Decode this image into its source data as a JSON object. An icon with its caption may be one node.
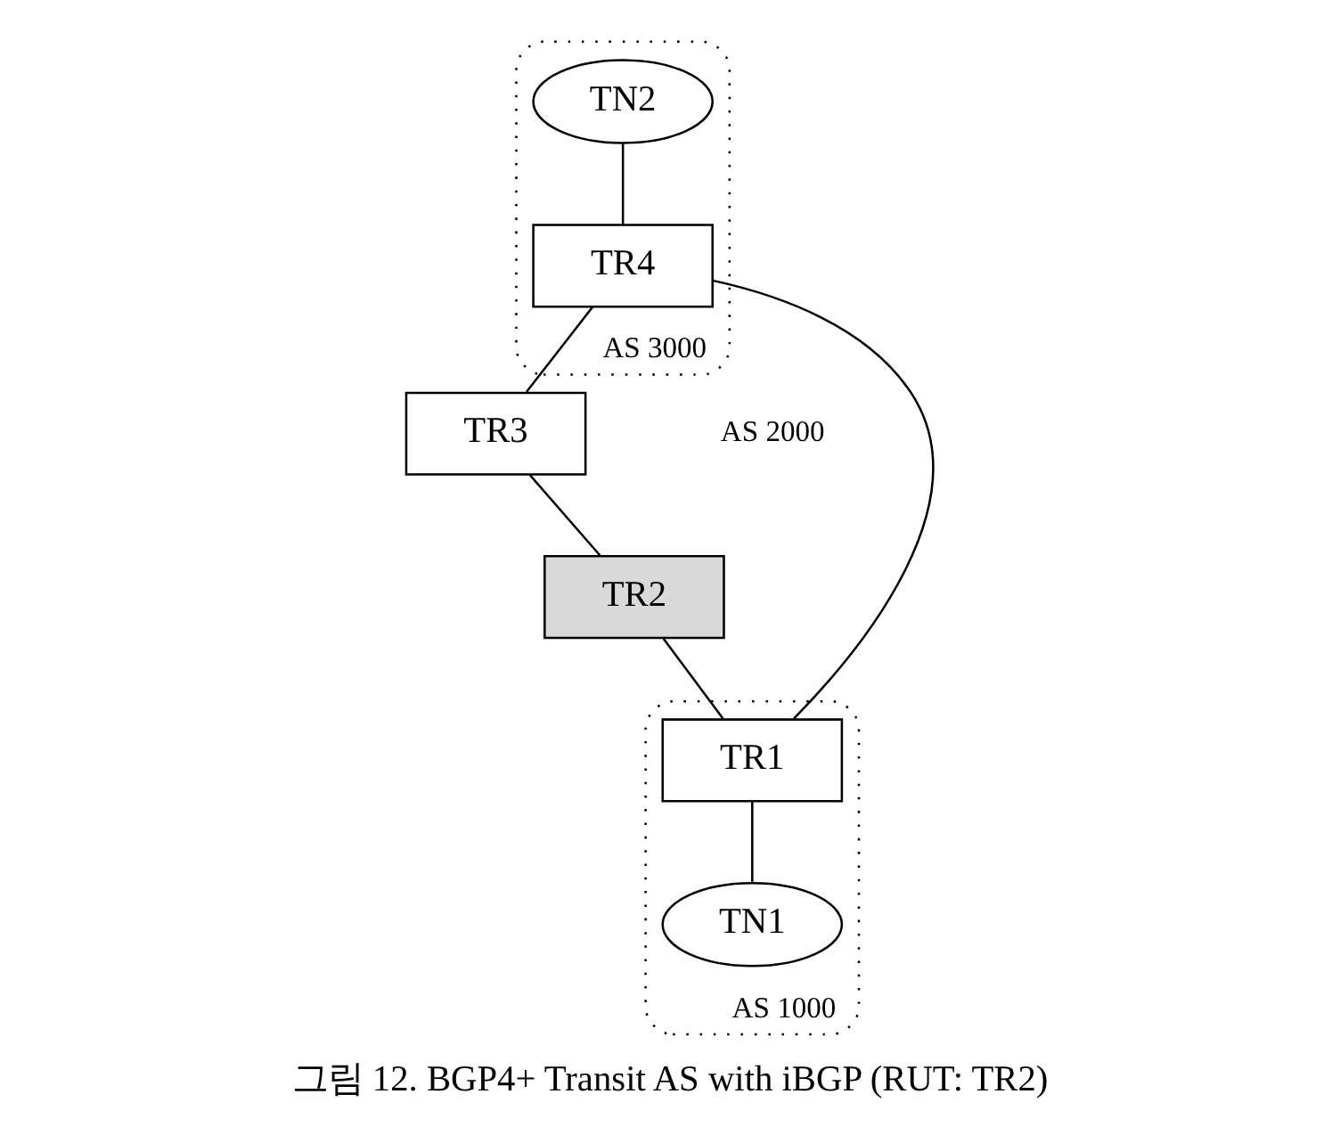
{
  "diagram": {
    "caption": "그림 12. BGP4+ Transit AS with iBGP (RUT: TR2)",
    "nodes": [
      {
        "text": [
          "AS 3000"
        ]
      },
      {
        "text": [
          "TN2"
        ],
        "in": 0
      },
      {
        "text": [
          "TR4"
        ],
        "in": 0
      },
      {
        "text": [
          "TR3"
        ]
      },
      {
        "text": [
          "TR2"
        ]
      },
      {
        "text": [
          "AS 1000"
        ]
      },
      {
        "text": [
          "TR1"
        ],
        "in": 5
      },
      {
        "text": [
          "TN1"
        ],
        "in": 5
      }
    ],
    "edges": [
      {
        "from": 1,
        "to": 2,
        "arrow": "none"
      },
      {
        "from": 2,
        "to": 3,
        "arrow": "none"
      },
      {
        "from": 2,
        "to": 6,
        "arrow": "none"
      },
      {
        "from": 3,
        "to": 4,
        "arrow": "none"
      },
      {
        "from": 4,
        "to": 6,
        "arrow": "none"
      },
      {
        "from": 6,
        "to": 7,
        "arrow": "none"
      }
    ],
    "labels": [
      "AS 2000"
    ]
  }
}
